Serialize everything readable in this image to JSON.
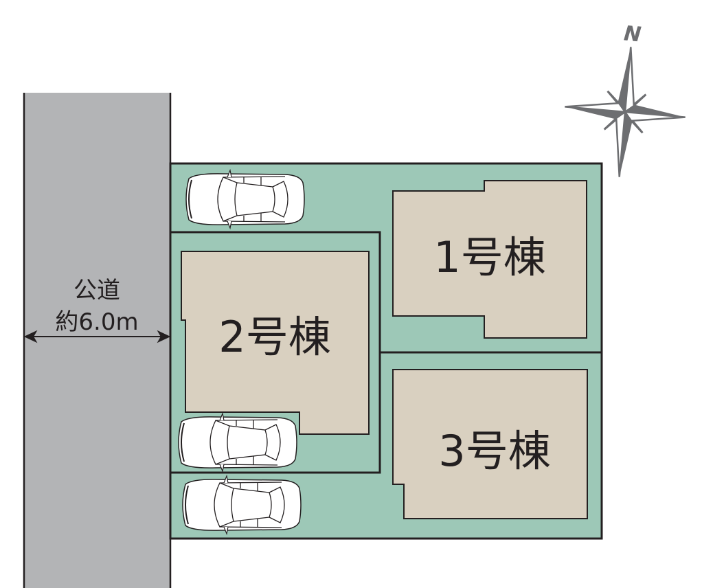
{
  "road": {
    "name": "公道",
    "width": "約6.0m"
  },
  "buildings": [
    {
      "id": "1",
      "label": "1号棟"
    },
    {
      "id": "2",
      "label": "2号棟"
    },
    {
      "id": "3",
      "label": "3号棟"
    }
  ],
  "compass": {
    "north_label": "N"
  },
  "colors": {
    "lot": "#9dc8b7",
    "building": "#d9d0c0",
    "road": "#b3b4b6",
    "line": "#231f20",
    "compass": "#6d6e71"
  }
}
